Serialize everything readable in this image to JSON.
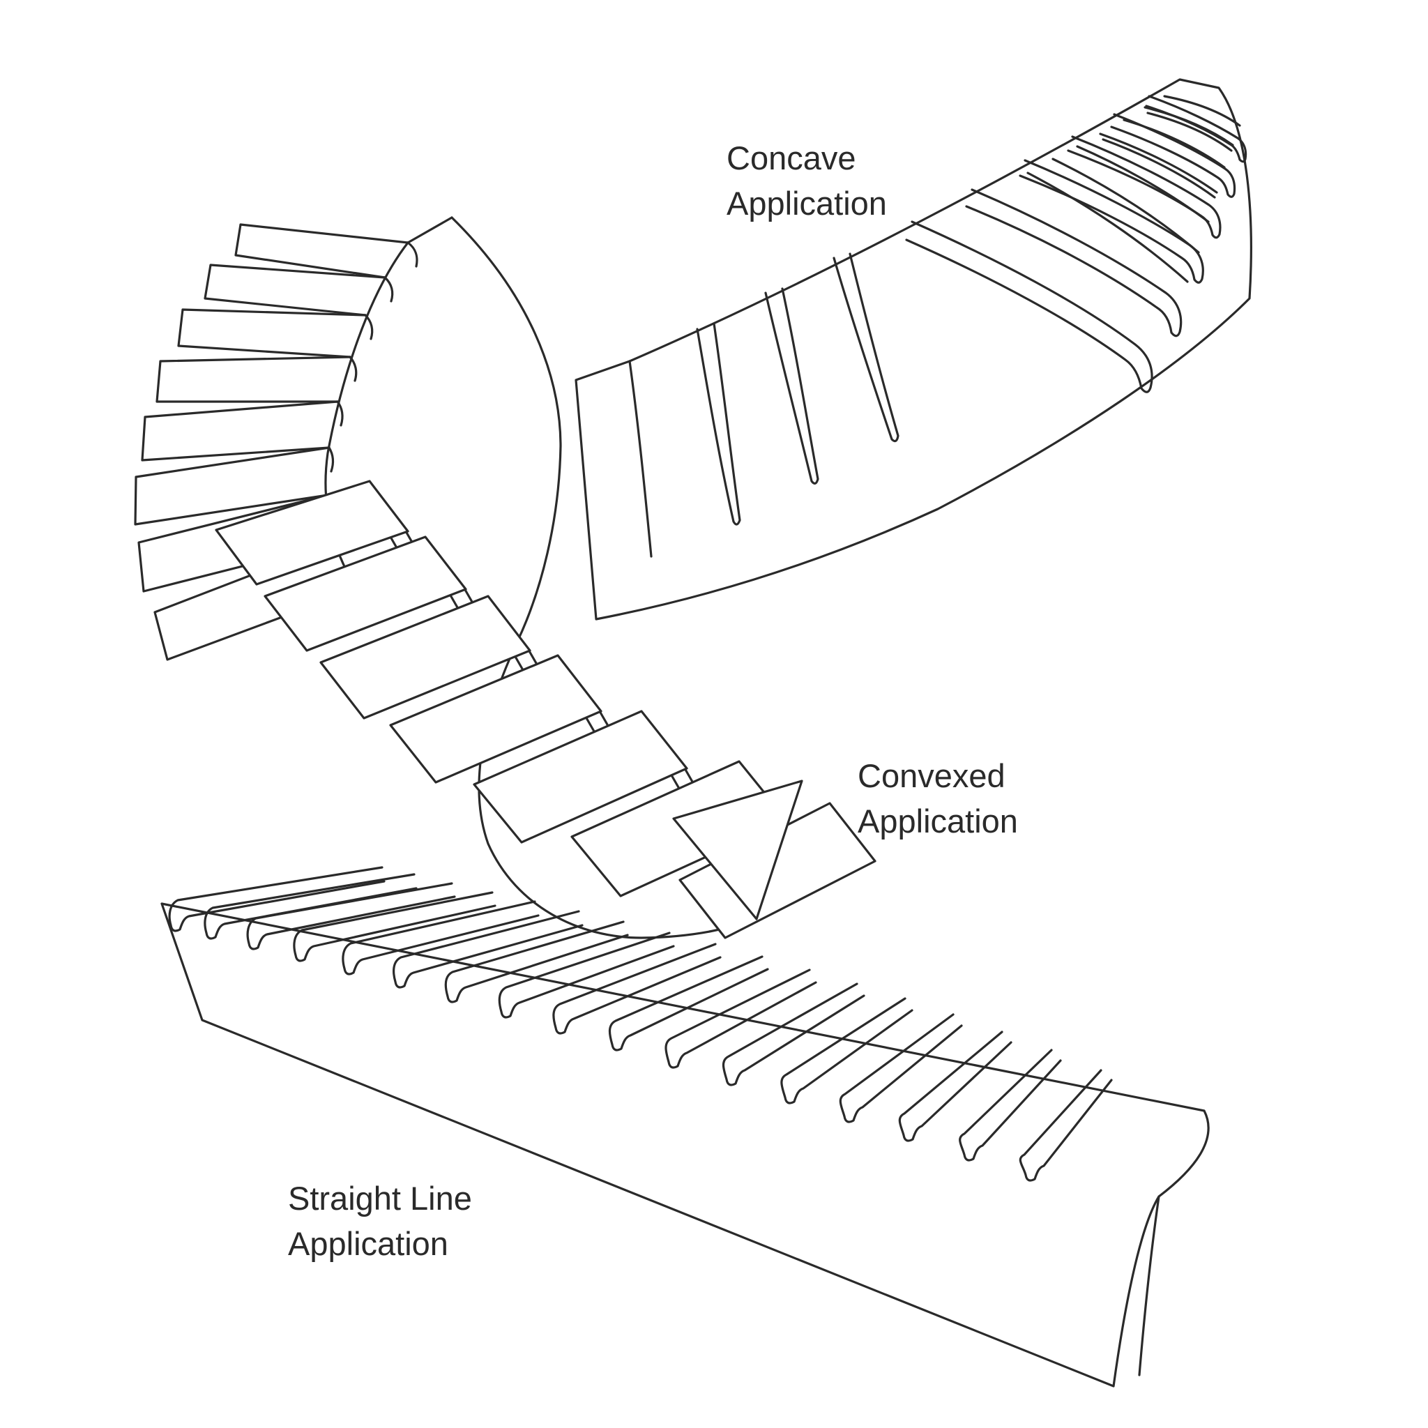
{
  "page": {
    "background_color": "#ffffff",
    "ink_color": "#2a2a2a"
  },
  "figures": {
    "concave": {
      "label_line1": "Concave",
      "label_line2": "Application"
    },
    "convexed": {
      "label_line1": "Convexed",
      "label_line2": "Application"
    },
    "straight": {
      "label_line1": "Straight Line",
      "label_line2": "Application"
    }
  }
}
